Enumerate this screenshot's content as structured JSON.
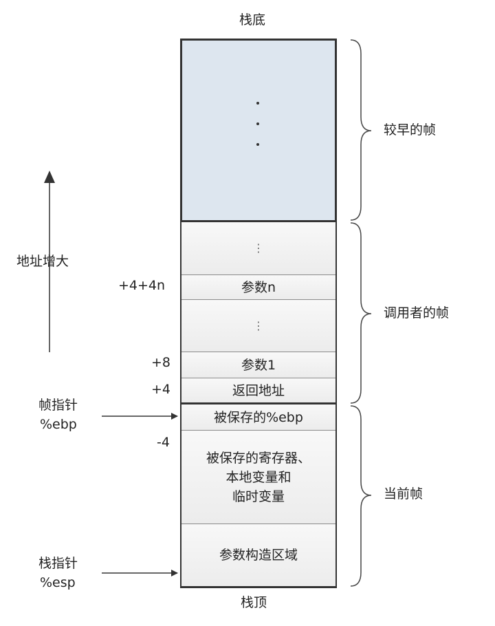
{
  "labels": {
    "stack_bottom": "栈底",
    "stack_top": "栈顶",
    "addr_increase": "地址增大",
    "frame_pointer_line1": "帧指针",
    "frame_pointer_line2": "%ebp",
    "stack_pointer_line1": "栈指针",
    "stack_pointer_line2": "%esp"
  },
  "braces": {
    "earlier_frames": "较早的帧",
    "caller_frame": "调用者的帧",
    "current_frame": "当前帧"
  },
  "cells": {
    "earlier_ellipsis": "⋮",
    "caller_ellipsis_1": "⋮",
    "param_n": "参数n",
    "caller_ellipsis_2": "⋮",
    "param_1": "参数1",
    "return_addr": "返回地址",
    "saved_ebp": "被保存的%ebp",
    "saved_regs_line1": "被保存的寄存器、",
    "saved_regs_line2": "本地变量和",
    "saved_regs_line3": "临时变量",
    "arg_build": "参数构造区域"
  },
  "offsets": {
    "param_n": "+4+4n",
    "param_1": "+8",
    "return_addr": "+4",
    "saved_regs": "-4"
  },
  "colors": {
    "earlier_block_fill": "#dde6ef",
    "border": "#333333",
    "cell_divider": "#8a8a8a"
  }
}
